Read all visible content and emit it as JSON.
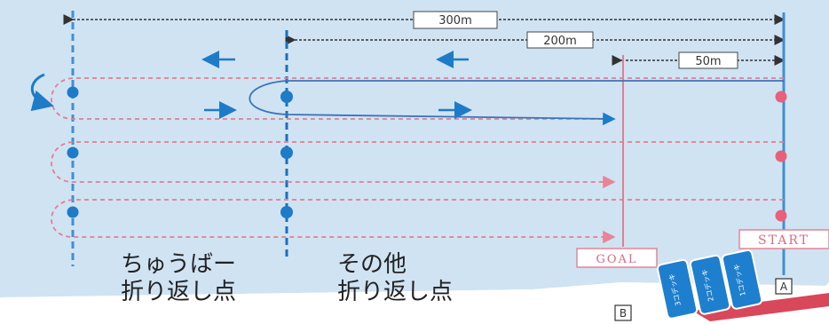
{
  "colors": {
    "background": "#cfe3f3",
    "blue_line": "#3f8fd2",
    "blue_dot": "#1d7bc8",
    "red_line": "#e07f92",
    "red_dot": "#e8607c",
    "label_border": "#e58597",
    "box_fill": "#1f7fcf"
  },
  "distances": {
    "d300": "300m",
    "d200": "200m",
    "d50": "50m"
  },
  "markers": {
    "goal": "GOAL",
    "start": "START",
    "a": "A",
    "b": "B"
  },
  "boxes": [
    "3コデッキ",
    "2コデッキ",
    "1コデッキ"
  ],
  "captions": {
    "chuuba": [
      "ちゅうばー",
      "折り返し点"
    ],
    "sonota": [
      "その他",
      "折り返し点"
    ]
  }
}
